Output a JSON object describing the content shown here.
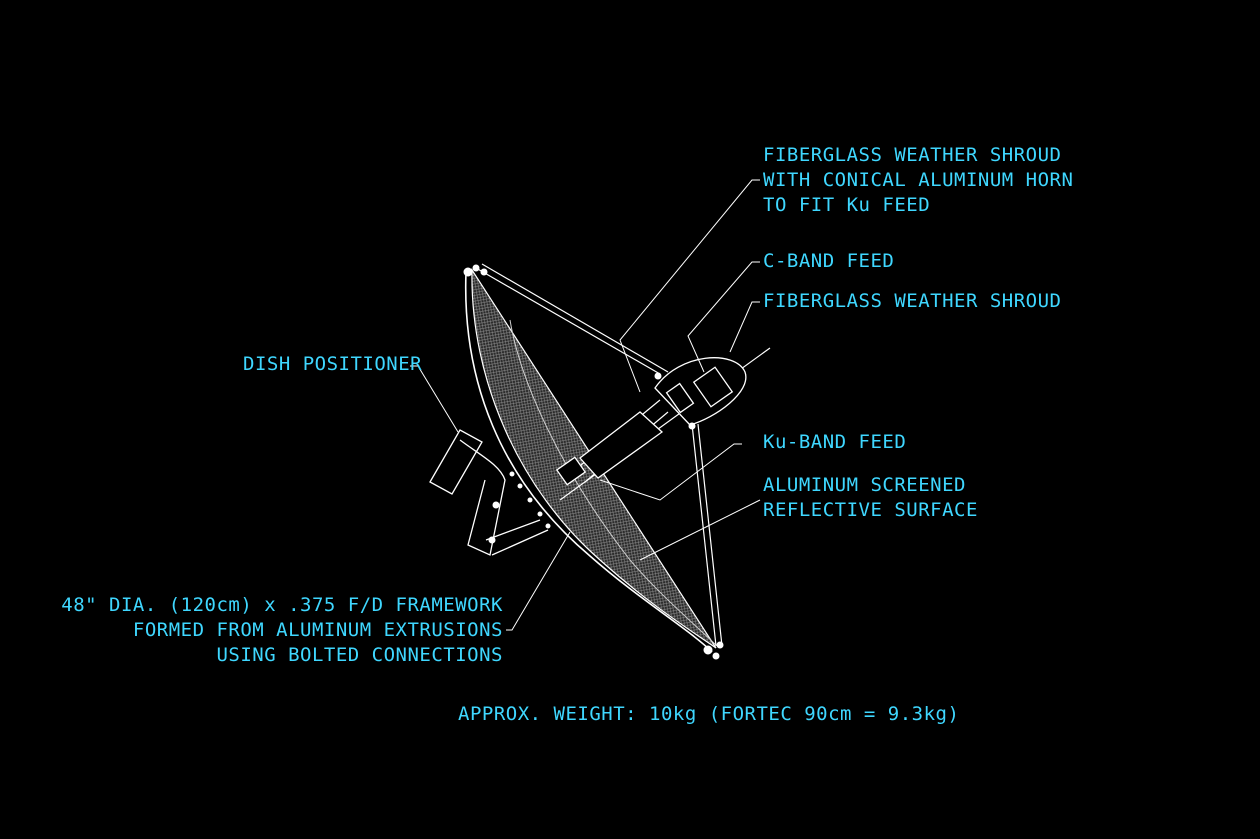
{
  "colors": {
    "background": "#000000",
    "label_text": "#3fd7ff",
    "linework": "#ffffff",
    "mesh": "#8a8a8a"
  },
  "labels": {
    "ku_shroud": [
      "FIBERGLASS WEATHER SHROUD",
      "WITH CONICAL ALUMINUM HORN",
      "TO FIT Ku FEED"
    ],
    "c_band_feed": "C-BAND FEED",
    "fiberglass_shroud": "FIBERGLASS WEATHER SHROUD",
    "dish_positioner": "DISH POSITIONER",
    "ku_band_feed": "Ku-BAND FEED",
    "screened_surface": [
      "ALUMINUM SCREENED",
      "REFLECTIVE SURFACE"
    ],
    "framework": [
      "48\" DIA. (120cm) x .375 F/D FRAMEWORK",
      "FORMED FROM ALUMINUM EXTRUSIONS",
      "USING BOLTED CONNECTIONS"
    ],
    "weight": "APPROX. WEIGHT: 10kg (FORTEC 90cm = 9.3kg)"
  }
}
